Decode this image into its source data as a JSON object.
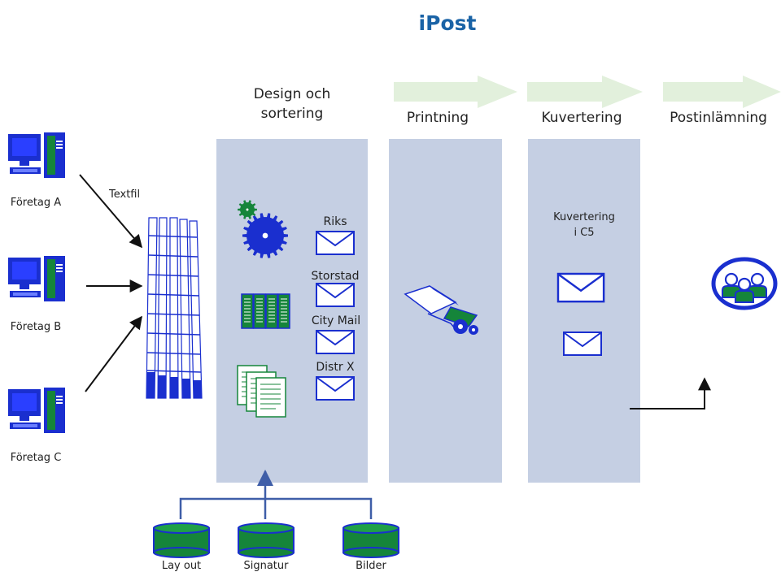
{
  "title": "iPost",
  "stages": {
    "design": [
      "Design och",
      "sortering"
    ],
    "print": "Printning",
    "envelope": "Kuvertering",
    "post": "Postinlämning"
  },
  "companies": [
    "Företag A",
    "Företag B",
    "Företag C"
  ],
  "textfile_label": "Textfil",
  "distribution": [
    "Riks",
    "Storstad",
    "City Mail",
    "Distr X"
  ],
  "envelope_label": [
    "Kuvertering",
    "i C5"
  ],
  "databases": [
    "Lay out",
    "Signatur",
    "Bilder"
  ],
  "colors": {
    "title": "#1a63a6",
    "column": "#c5cfe3",
    "blue": "#1a2fcf",
    "green": "#15853a",
    "arrow_band": "#e2f0dc",
    "db_connector": "#3f5ea8"
  },
  "icons": [
    "computer-icon",
    "gear-icon",
    "binder-icon",
    "document-icon",
    "envelope-icon",
    "printer-icon",
    "people-icon",
    "database-icon"
  ]
}
